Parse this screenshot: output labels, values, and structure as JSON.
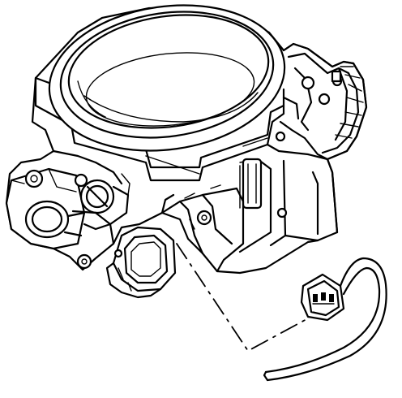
{
  "figure": {
    "parts": [
      {
        "id": "throttle-body",
        "icon": "throttle-body-housing"
      },
      {
        "id": "bore",
        "icon": "throttle-bore"
      },
      {
        "id": "iac-valve",
        "icon": "idle-air-control-valve"
      },
      {
        "id": "tps-sensor",
        "icon": "throttle-position-sensor"
      },
      {
        "id": "electrical-connector",
        "icon": "wiring-connector"
      },
      {
        "id": "wiring-harness",
        "icon": "wire-pigtail"
      },
      {
        "id": "leader-line",
        "icon": "dash-dot-leader"
      }
    ],
    "colors": {
      "line": "#000000",
      "background": "#ffffff"
    }
  }
}
